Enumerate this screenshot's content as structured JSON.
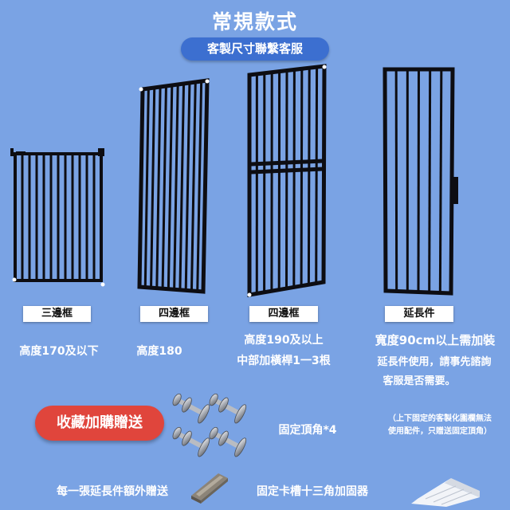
{
  "header": {
    "title": "常規款式",
    "subtitle": "客製尺寸聯繫客服"
  },
  "products": [
    {
      "label": "三邊框",
      "captions": [
        "高度170及以下"
      ]
    },
    {
      "label": "四邊框",
      "captions": [
        "高度180"
      ]
    },
    {
      "label": "四邊框",
      "captions": [
        "高度190及以上",
        "中部加橫桿1一3根"
      ]
    },
    {
      "label": "延長件",
      "captions": [
        "寬度90cm以上需加裝",
        "延長件使用，請事先諮詢",
        "客服是否需要。"
      ]
    }
  ],
  "promo": {
    "label": "收藏加購贈送"
  },
  "accessories": {
    "corner": "固定頂角*4",
    "note": [
      "（上下固定的客製化圍欄無法",
      "使用配件，只贈送固定頂角）"
    ],
    "extension_gift": "每一張延長件額外贈送",
    "bracket": "固定卡槽十三角加固器"
  },
  "colors": {
    "background": "#7aa3e4",
    "pill": "#3c6fd0",
    "promo": "#e0453c",
    "frame": "#0d0d12"
  }
}
